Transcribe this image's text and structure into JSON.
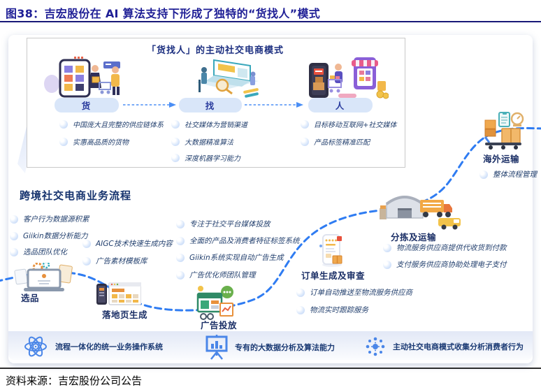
{
  "figure": {
    "title": "图38：吉宏股份在 AI 算法支持下形成了独特的“货找人”模式",
    "source": "资料来源：吉宏股份公司公告"
  },
  "top_box": {
    "title": "「货找人」的主动社交电商模式",
    "columns": [
      {
        "pill": "货",
        "items": [
          "中国庞大且完整的供应链体系",
          "实惠高品质的货物"
        ]
      },
      {
        "pill": "找",
        "items": [
          "社交媒体为营销渠道",
          "大数据精准算法",
          "深度机器学习能力"
        ]
      },
      {
        "pill": "人",
        "items": [
          "目标移动互联网+社交媒体",
          "产品标签精准匹配"
        ]
      }
    ]
  },
  "process": {
    "heading": "跨境社交电商业务流程",
    "clusters": {
      "data_accumulation": [
        "客户行为数据源积累",
        "Giikin数据分析能力",
        "选品团队优化"
      ],
      "content_generation": [
        "AIGC技术快速生成内容",
        "广告素材模板库"
      ],
      "ad_delivery": [
        "专注于社交平台媒体投放",
        "全面的产品及消费者特征标签系统",
        "Giikin系统实现自动广告生成",
        "广告优化师团队管理"
      ],
      "order": [
        "订单自动推送至物流服务供应商",
        "物流实时跟踪服务"
      ],
      "sorting": [
        "物流服务供应商提供代收货到付款",
        "支付服务供应商协助处理电子支付"
      ],
      "overseas": [
        "整体流程管理"
      ]
    },
    "nodes": {
      "selection": "选品",
      "landing_page": "落地页生成",
      "ad_launch": "广告投放",
      "order_review": "订单生成及审查",
      "sorting_transport": "分拣及运输",
      "overseas_transport": "海外运输"
    }
  },
  "capabilities": [
    {
      "icon": "atom-icon",
      "label": "流程一体化的统一业务操作系统"
    },
    {
      "icon": "chart-board-icon",
      "label": "专有的大数据分析及算法能力"
    },
    {
      "icon": "burst-icon",
      "label": "主动社交电商模式收集分析消费者行为"
    }
  ],
  "colors": {
    "title_navy": "#1f1f96",
    "text_navy": "#24416f",
    "accent_blue": "#2f7cf2",
    "icon_blue": "#4a86e8",
    "pill_bg": "#d9e6f9"
  }
}
